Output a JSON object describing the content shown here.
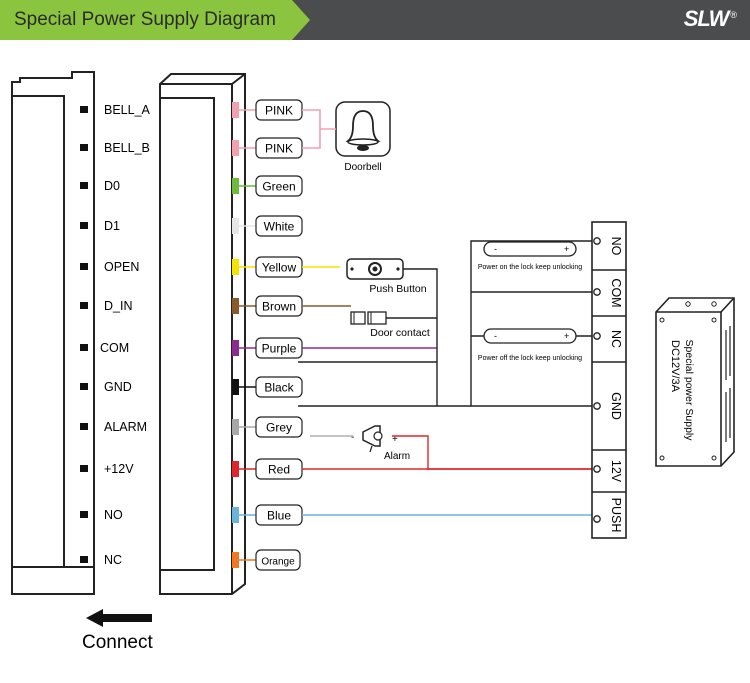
{
  "header": {
    "title": "Special Power Supply Diagram",
    "logo_text": "SLW",
    "logo_mark": "®"
  },
  "controller_terminals": [
    "BELL_A",
    "BELL_B",
    "D0",
    "D1",
    "OPEN",
    "D_IN",
    "COM",
    "GND",
    "ALARM",
    "+12V",
    "NO",
    "NC"
  ],
  "wires": [
    {
      "label": "PINK",
      "color": "#f2a0b0"
    },
    {
      "label": "PINK",
      "color": "#f2a0b0"
    },
    {
      "label": "Green",
      "color": "#6dbb3c"
    },
    {
      "label": "White",
      "color": "#e6e6e6"
    },
    {
      "label": "Yellow",
      "color": "#f2e600"
    },
    {
      "label": "Brown",
      "color": "#8a5a2b"
    },
    {
      "label": "Purple",
      "color": "#8e2b8e"
    },
    {
      "label": "Black",
      "color": "#111111"
    },
    {
      "label": "Grey",
      "color": "#a8a8a8"
    },
    {
      "label": "Red",
      "color": "#e0262a"
    },
    {
      "label": "Blue",
      "color": "#69b3dc"
    },
    {
      "label": "Orange",
      "color": "#f07822"
    }
  ],
  "devices": {
    "doorbell": "Doorbell",
    "push_button": "Push Button",
    "door_contact": "Door contact",
    "alarm": "Alarm",
    "alarm_minus": "-",
    "alarm_plus": "+"
  },
  "lock_notes": {
    "power_on": "Power on the lock keep unlocking",
    "power_off": "Power off the lock keep unlocking",
    "minus": "-",
    "plus": "+"
  },
  "power_terminals": [
    "NO",
    "COM",
    "NC",
    "GND",
    "12V",
    "PUSH"
  ],
  "power_supply": {
    "line1": "DC12V/3A",
    "line2": "Special power Supply"
  },
  "connect_label": "Connect"
}
